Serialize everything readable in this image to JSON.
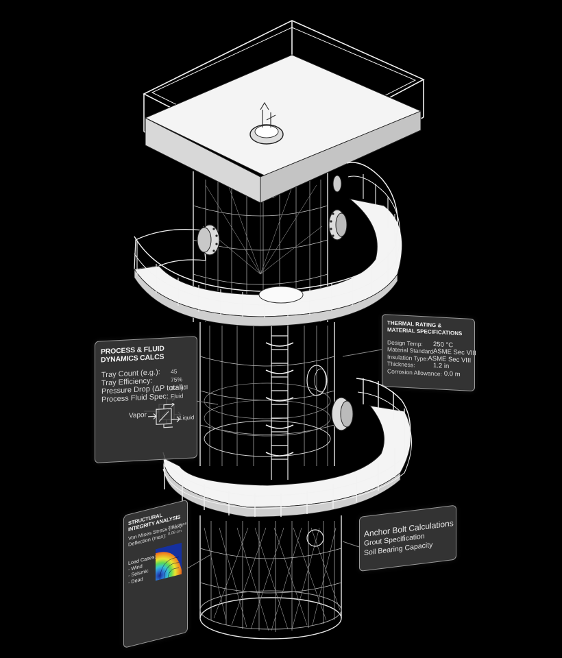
{
  "process_panel": {
    "title": "Process & Fluid Dynamics Calcs",
    "rows": [
      {
        "label": "Tray Count (e.g.):",
        "value": "45"
      },
      {
        "label": "Tray Efficiency:",
        "value": "75%"
      },
      {
        "label": "Pressure Drop (ΔP total):",
        "value": "0.8 kdl"
      },
      {
        "label": "Process Fluid Spec:",
        "value": "Fluid"
      }
    ],
    "diagram": {
      "left_label": "Vapor",
      "right_label": "Liquid"
    }
  },
  "thermal_panel": {
    "title": "Thermal Rating & Material Specifications",
    "rows": [
      {
        "label": "Design Temp:",
        "value": "250 °C"
      },
      {
        "label": "Material Standard:",
        "value": "ASME Sec VIII"
      },
      {
        "label": "Insulation Type:",
        "value": "ASME Sec VIII"
      },
      {
        "label": "Thickness:",
        "value": "1.2 in"
      },
      {
        "label": "Corrosion Allowance:",
        "value": "0.0 m"
      }
    ]
  },
  "structural_panel": {
    "title": "Structural Integrity Analysis",
    "rows": [
      {
        "label": "Von Mises Stress (max):",
        "value": "2151 mass"
      },
      {
        "label": "Deflection (max):",
        "value": "0.08 cm"
      }
    ],
    "load_cases_title": "Load Cases:",
    "load_cases": [
      "- Wind",
      "- Seismic",
      "- Dead"
    ]
  },
  "foundation_panel": {
    "lines": [
      "Anchor Bolt Calculations",
      "Grout Specification",
      "Soil Bearing Capacity"
    ]
  }
}
